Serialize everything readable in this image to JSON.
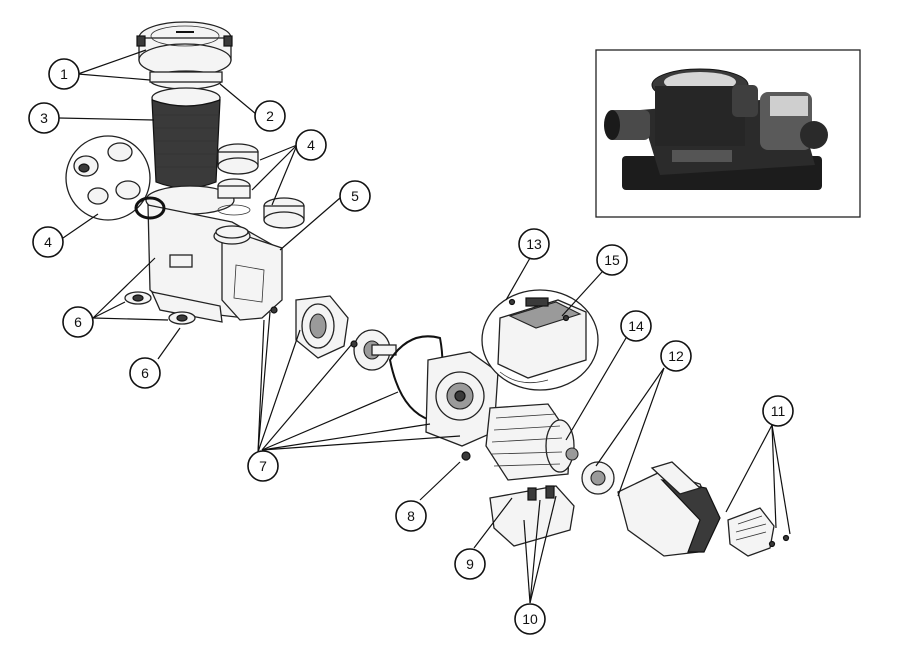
{
  "diagram": {
    "type": "exploded-parts-diagram",
    "colors": {
      "line": "#111111",
      "part_fill": "#f4f4f4",
      "dark": "#3a3a3a"
    },
    "callouts": [
      {
        "id": "c1",
        "label": "1"
      },
      {
        "id": "c2",
        "label": "2"
      },
      {
        "id": "c3",
        "label": "3"
      },
      {
        "id": "c4a",
        "label": "4"
      },
      {
        "id": "c4b",
        "label": "4"
      },
      {
        "id": "c5",
        "label": "5"
      },
      {
        "id": "c6a",
        "label": "6"
      },
      {
        "id": "c6b",
        "label": "6"
      },
      {
        "id": "c7",
        "label": "7"
      },
      {
        "id": "c8",
        "label": "8"
      },
      {
        "id": "c9",
        "label": "9"
      },
      {
        "id": "c10",
        "label": "10"
      },
      {
        "id": "c11",
        "label": "11"
      },
      {
        "id": "c12",
        "label": "12"
      },
      {
        "id": "c13",
        "label": "13"
      },
      {
        "id": "c14",
        "label": "14"
      },
      {
        "id": "c15",
        "label": "15"
      }
    ]
  }
}
